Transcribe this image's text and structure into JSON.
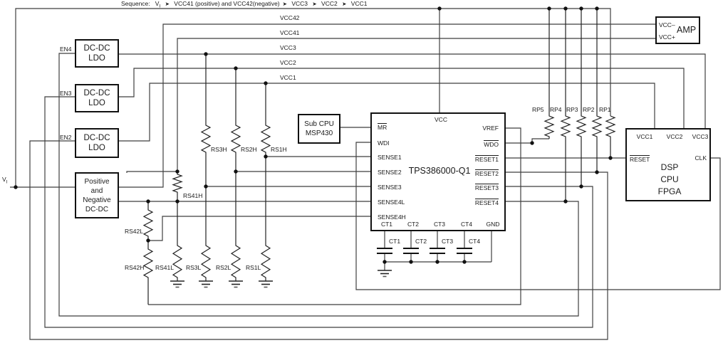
{
  "sequence": {
    "prefix": "Sequence:",
    "vi": "V",
    "vi_sub": "I",
    "arrow": "➤",
    "s1": "VCC41 (positive) and VCC42(negative)",
    "s2": "VCC3",
    "s3": "VCC2",
    "s4": "VCC1"
  },
  "rails": {
    "vcc42": "VCC42",
    "vcc41": "VCC41",
    "vcc3": "VCC3",
    "vcc2": "VCC2",
    "vcc1": "VCC1"
  },
  "inputs": {
    "vi": "V",
    "vi_sub": "I",
    "en4": "EN4",
    "en3": "EN3",
    "en2": "EN2"
  },
  "blocks": {
    "ldo": {
      "line1": "DC-DC",
      "line2": "LDO"
    },
    "pn": {
      "l1": "Positive",
      "l2": "and",
      "l3": "Negative",
      "l4": "DC-DC"
    },
    "subcpu": {
      "l1": "Sub CPU",
      "l2": "MSP430"
    },
    "amp": {
      "name": "AMP",
      "pin_minus": "VCC–",
      "pin_plus": "VCC+"
    },
    "dsp": {
      "l1": "DSP",
      "l2": "CPU",
      "l3": "FPGA",
      "vcc1": "VCC1",
      "vcc2": "VCC2",
      "vcc3": "VCC3",
      "reset": "RESET",
      "clk": "CLK"
    }
  },
  "chip": {
    "name": "TPS386000-Q1",
    "vcc": "VCC",
    "left": [
      "MR",
      "WDI",
      "SENSE1",
      "SENSE2",
      "SENSE3",
      "SENSE4L",
      "SENSE4H"
    ],
    "right": [
      "VREF",
      "WDO",
      "RESET1",
      "RESET2",
      "RESET3",
      "RESET4"
    ],
    "bottom": [
      "CT1",
      "CT2",
      "CT3",
      "CT4",
      "GND"
    ]
  },
  "resistors": {
    "rp": [
      "RP5",
      "RP4",
      "RP3",
      "RP2",
      "RP1"
    ],
    "rs": [
      "RS3H",
      "RS2H",
      "RS1H",
      "RS41H",
      "RS42L",
      "RS42H",
      "RS41L",
      "RS3L",
      "RS2L",
      "RS1L"
    ]
  },
  "caps": [
    "CT1",
    "CT2",
    "CT3",
    "CT4"
  ],
  "wire_color": "#3f3f3f"
}
